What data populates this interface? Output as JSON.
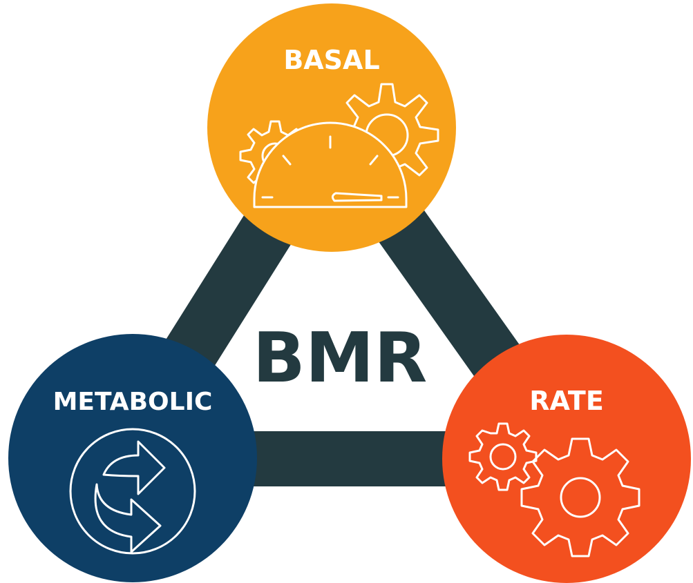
{
  "colors": {
    "triangle": "#233a40",
    "basal": "#f7a21b",
    "metabolic": "#0e3f66",
    "rate": "#f3501f",
    "center_text": "#233a40",
    "icon_stroke": "#ffffff"
  },
  "center": {
    "label": "BMR"
  },
  "nodes": {
    "basal": {
      "label": "BASAL",
      "icon": "speedometer-gears-icon"
    },
    "metabolic": {
      "label": "METABOLIC",
      "icon": "refresh-arrows-icon"
    },
    "rate": {
      "label": "RATE",
      "icon": "gears-icon"
    }
  }
}
